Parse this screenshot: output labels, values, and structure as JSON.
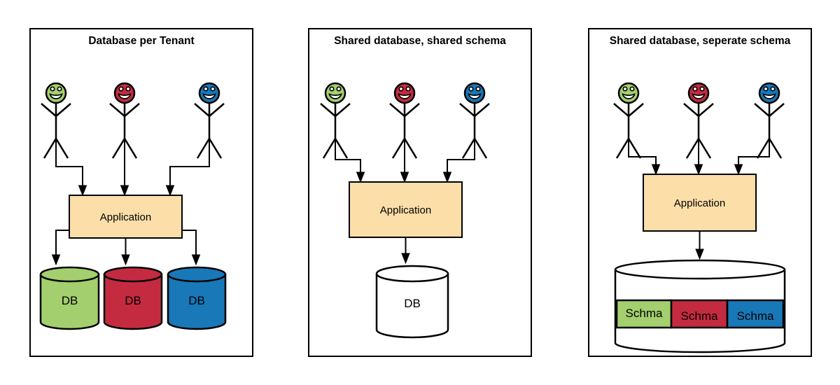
{
  "colors": {
    "green": "#A3CF6E",
    "red": "#C42B40",
    "blue": "#1878B8",
    "application_fill": "#FCDEA9",
    "outline": "#000000",
    "white": "#FFFFFF"
  },
  "panels": [
    {
      "title": "Database per Tenant",
      "application_label": "Application",
      "tenants": [
        {
          "name": "tenant-green",
          "color": "#A3CF6E"
        },
        {
          "name": "tenant-red",
          "color": "#C42B40"
        },
        {
          "name": "tenant-blue",
          "color": "#1878B8"
        }
      ],
      "databases": [
        {
          "label": "DB",
          "color": "#A3CF6E"
        },
        {
          "label": "DB",
          "color": "#C42B40"
        },
        {
          "label": "DB",
          "color": "#1878B8"
        }
      ]
    },
    {
      "title": "Shared database, shared schema",
      "application_label": "Application",
      "tenants": [
        {
          "name": "tenant-green",
          "color": "#A3CF6E"
        },
        {
          "name": "tenant-red",
          "color": "#C42B40"
        },
        {
          "name": "tenant-blue",
          "color": "#1878B8"
        }
      ],
      "databases": [
        {
          "label": "DB",
          "color": "#FFFFFF"
        }
      ]
    },
    {
      "title": "Shared database, seperate schema",
      "application_label": "Application",
      "tenants": [
        {
          "name": "tenant-green",
          "color": "#A3CF6E"
        },
        {
          "name": "tenant-red",
          "color": "#C42B40"
        },
        {
          "name": "tenant-blue",
          "color": "#1878B8"
        }
      ],
      "database": {
        "color": "#FFFFFF"
      },
      "schemas": [
        {
          "label": "Schma",
          "color": "#A3CF6E"
        },
        {
          "label": "Schma",
          "color": "#C42B40"
        },
        {
          "label": "Schma",
          "color": "#1878B8"
        }
      ]
    }
  ]
}
